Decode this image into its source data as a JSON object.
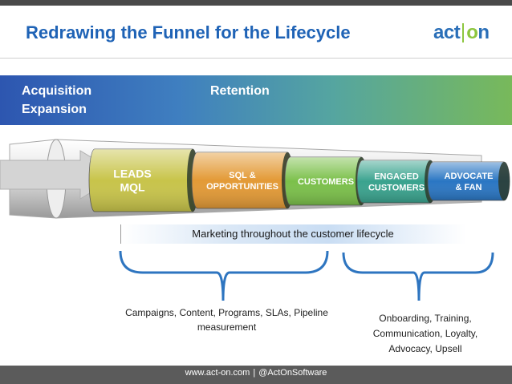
{
  "header": {
    "title": "Redrawing the Funnel for the Lifecycle",
    "logo_act": "act",
    "logo_o": "o",
    "logo_n": "n"
  },
  "banner": {
    "acquisition": "Acquisition",
    "expansion": "Expansion",
    "retention": "Retention"
  },
  "funnel": {
    "stages": [
      {
        "line1": "LEADS",
        "line2": "MQL",
        "color": "#c8c44a"
      },
      {
        "line1": "SQL &",
        "line2": "OPPORTUNITIES",
        "color": "#e39a36"
      },
      {
        "line1": "CUSTOMERS",
        "line2": "",
        "color": "#7bc04a"
      },
      {
        "line1": "ENGAGED",
        "line2": "CUSTOMERS",
        "color": "#3aa38e"
      },
      {
        "line1": "ADVOCATE",
        "line2": "& FAN",
        "color": "#2a76c3"
      }
    ]
  },
  "marketing_bar": "Marketing throughout the customer lifecycle",
  "notes": {
    "left": "Campaigns, Content, Programs, SLAs, Pipeline measurement",
    "right": "Onboarding, Training, Communication, Loyalty, Advocacy, Upsell"
  },
  "footer": {
    "url": "www.act-on.com",
    "separator": "|",
    "handle": "@ActOnSoftware"
  }
}
